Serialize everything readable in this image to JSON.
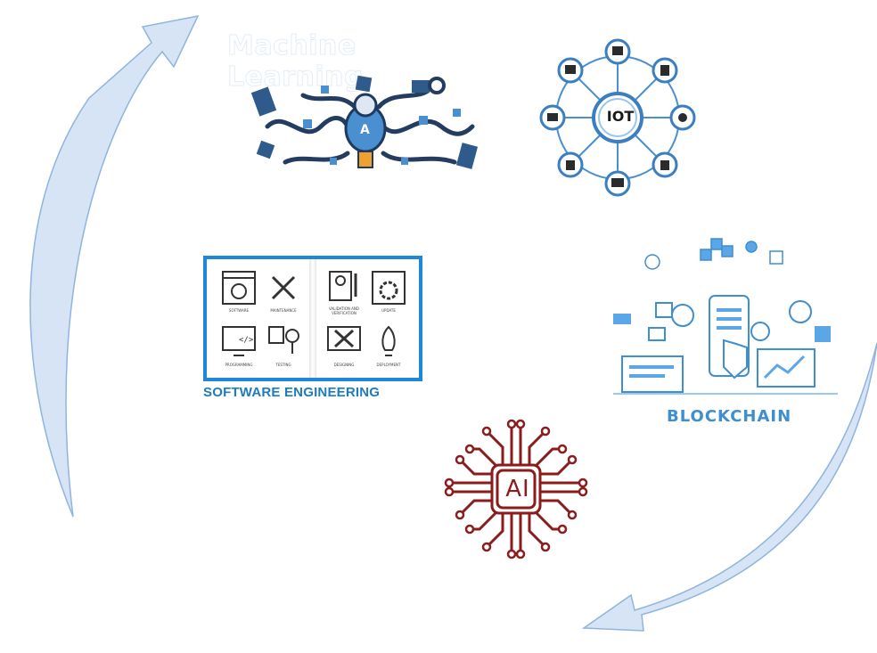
{
  "labels": {
    "machine_learning": "Machine Learning",
    "iot": "IOT",
    "software_engineering": "SOFTWARE ENGINEERING",
    "blockchain": "BLOCKCHAIN",
    "ai": "AI"
  },
  "software_engineering_book": {
    "items": [
      "SOFTWARE",
      "MAINTENANCE",
      "VALIDATION AND VERIFICATION",
      "UPDATE",
      "PROGRAMMING",
      "TESTING",
      "DESIGNING",
      "DEPLOYMENT"
    ]
  },
  "colors": {
    "arrow_fill": "#d6e4f6",
    "arrow_stroke": "#8fb4de",
    "software_engineering": "#1d7bc2",
    "blockchain": "#3d8fd2",
    "ai": "#8b1c1c",
    "iot": "#2a6fa8"
  }
}
